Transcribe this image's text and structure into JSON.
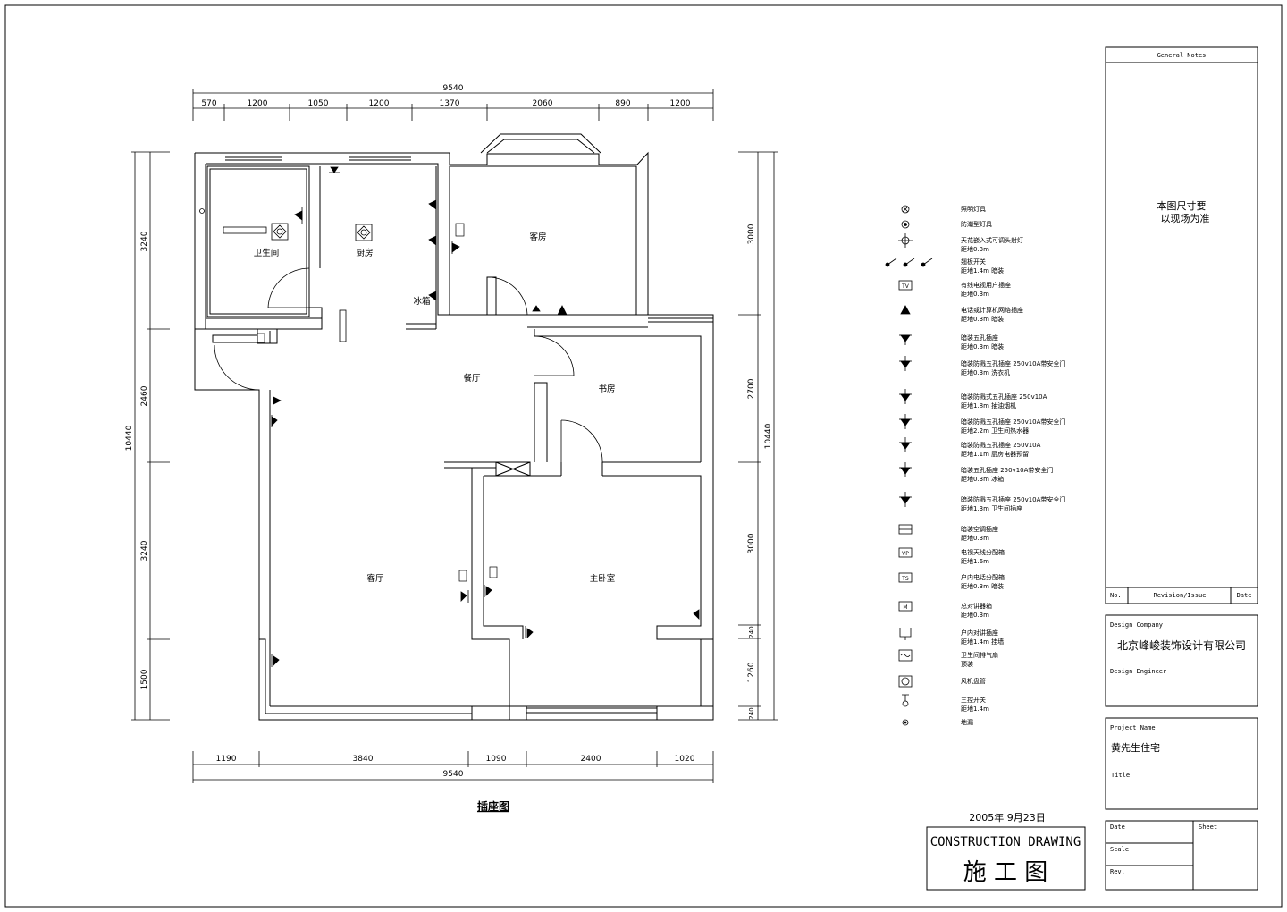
{
  "drawing": {
    "title": "插座图",
    "date_text": "2005年 9月23日",
    "stamp_en": "CONSTRUCTION DRAWING",
    "stamp_cn": "施 工 图"
  },
  "dimensions": {
    "top_total": "9540",
    "top_segments": [
      "570",
      "1200",
      "1050",
      "1200",
      "1370",
      "2060",
      "890",
      "1200"
    ],
    "bottom_total": "9540",
    "bottom_segments": [
      "1190",
      "3840",
      "1090",
      "2400",
      "1020"
    ],
    "left_total": "10440",
    "left_segments": [
      "3240",
      "2460",
      "3240",
      "1500"
    ],
    "right_total": "10440",
    "right_segments": [
      "3000",
      "2700",
      "3000",
      "240",
      "1260",
      "240"
    ]
  },
  "rooms": {
    "bathroom": "卫生间",
    "kitchen": "厨房",
    "fridge": "冰箱",
    "guest_room": "客房",
    "dining": "餐厅",
    "study": "书房",
    "living": "客厅",
    "master_bedroom": "主卧室"
  },
  "legend": [
    {
      "icon": "circle-x-icon",
      "lines": [
        "照明灯具"
      ]
    },
    {
      "icon": "circle-dot-icon",
      "lines": [
        "防潮型灯具"
      ]
    },
    {
      "icon": "spotlight-icon",
      "lines": [
        "天花嵌入式可调头射灯",
        "距地0.3m"
      ]
    },
    {
      "icon": "switch-icon",
      "lines": [
        "翘板开关",
        "距地1.4m 暗装"
      ]
    },
    {
      "icon": "tv-box-icon",
      "lines": [
        "有线电视用户插座",
        "距地0.3m"
      ]
    },
    {
      "icon": "triangle-icon",
      "lines": [
        "电话或计算机网络插座",
        "距地0.3m 暗装"
      ]
    },
    {
      "icon": "socket-icon",
      "lines": [
        "暗装五孔插座",
        "距地0.3m 暗装"
      ]
    },
    {
      "icon": "socket-x-icon",
      "lines": [
        "暗装防溅五孔插座  250v10A带安全门",
        "距地0.3m 洗衣机"
      ]
    },
    {
      "icon": "socket-y-icon",
      "lines": [
        "暗装防溅式五孔插座  250v10A",
        "距地1.8m 抽油烟机"
      ]
    },
    {
      "icon": "socket-e-icon",
      "lines": [
        "暗装防溅五孔插座  250v10A带安全门",
        "距地2.2m 卫生间热水器"
      ]
    },
    {
      "icon": "socket-c-icon",
      "lines": [
        "暗装防溅五孔插座  250v10A",
        "距地1.1m 厨房电器预留"
      ]
    },
    {
      "icon": "socket-b-icon",
      "lines": [
        "暗装五孔插座  250v10A带安全门",
        "距地0.3m 冰箱"
      ]
    },
    {
      "icon": "socket-f-icon",
      "lines": [
        "暗装防溅五孔插座  250v10A带安全门",
        "距地1.3m 卫生间插座"
      ]
    },
    {
      "icon": "box-icon",
      "lines": [
        "暗装空调插座",
        "距地0.3m"
      ]
    },
    {
      "icon": "vp-box-icon",
      "lines": [
        "电视天线分配箱",
        "距地1.6m"
      ]
    },
    {
      "icon": "ts-box-icon",
      "lines": [
        "户内电话分配箱",
        "距地0.3m 暗装"
      ]
    },
    {
      "icon": "m-box-icon",
      "lines": [
        "总对讲器箱",
        "距地0.3m"
      ]
    },
    {
      "icon": "intercom-icon",
      "lines": [
        "户内对讲插座",
        "距地1.4m 挂墙"
      ]
    },
    {
      "icon": "exhaust-icon",
      "lines": [
        "卫生间排气扇",
        "顶装"
      ]
    },
    {
      "icon": "fan-coil-icon",
      "lines": [
        "风机盘管"
      ]
    },
    {
      "icon": "three-way-switch-icon",
      "lines": [
        "三控开关",
        "距地1.4m"
      ]
    },
    {
      "icon": "floor-drain-icon",
      "lines": [
        "地漏"
      ]
    }
  ],
  "title_block": {
    "general_notes": "General Notes",
    "note_line1": "本图尺寸要",
    "note_line2": "以现场为准",
    "no": "No.",
    "revision": "Revision/Issue",
    "date": "Date",
    "design_company_label": "Design  Company",
    "company_name": "北京峰峻装饰设计有限公司",
    "design_engineer_label": "Design  Engineer",
    "project_name_label": "Project Name",
    "project_name": "黄先生住宅",
    "title_label": "Title",
    "date_label": "Date",
    "sheet_label": "Sheet",
    "scale_label": "Scale",
    "rev_label": "Rev."
  }
}
